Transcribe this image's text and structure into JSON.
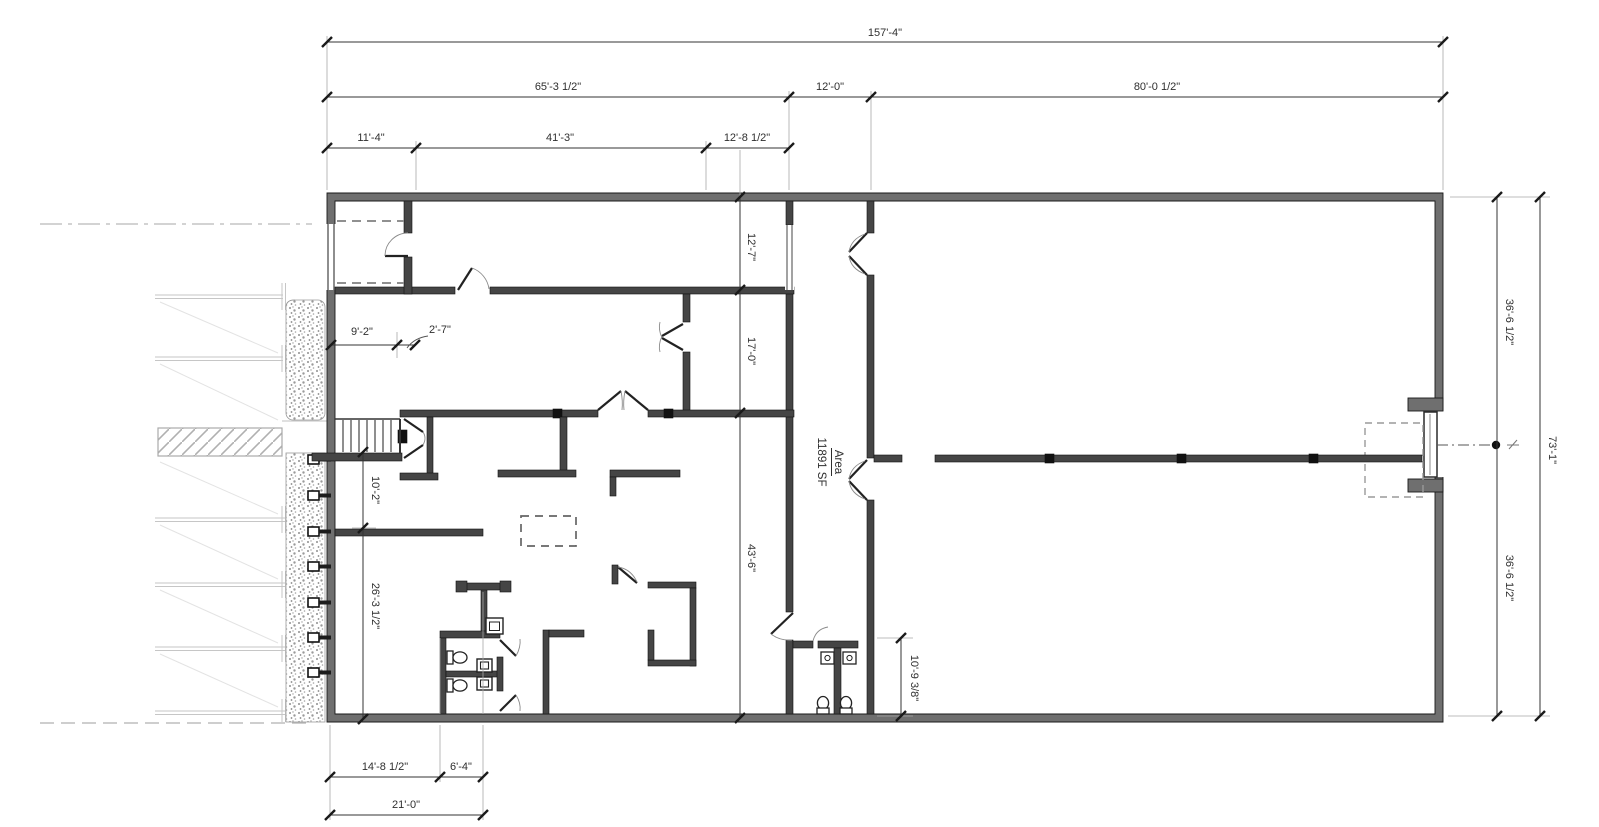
{
  "drawing": {
    "type": "architectural-floor-plan",
    "area_label": {
      "title": "Area",
      "value": "11891 SF"
    }
  },
  "colors": {
    "wall_fill": "#6f6f6f",
    "wall_edge": "#1a1a1a",
    "partition": "#454545",
    "dim_line": "#333333",
    "dim_text": "#2f2f2f",
    "site_line": "#c6c6c6",
    "stipple": "#8f8f8f",
    "background": "#ffffff"
  },
  "dims": {
    "overall_width": "157'-4\"",
    "left_block": "65'-3 1/2\"",
    "corridor": "12'-0\"",
    "right_block": "80'-0 1/2\"",
    "entry_bay": "11'-4\"",
    "office_bay": "41'-3\"",
    "back_bay": "12'-8 1/2\"",
    "room_12_7": "12'-7\"",
    "room_17_0": "17'-0\"",
    "room_43_6": "43'-6\"",
    "room_9_2": "9'-2\"",
    "door_2_7": "2'-7\"",
    "stair_10_2": "10'-2\"",
    "office_26_3": "26'-3 1/2\"",
    "restroom_10_9": "10'-9 3/8\"",
    "bottom_14_8": "14'-8 1/2\"",
    "bottom_6_4": "6'-4\"",
    "bottom_21_0": "21'-0\"",
    "right_upper": "36'-6 1/2\"",
    "right_lower": "36'-6 1/2\"",
    "overall_height": "73'-1\""
  }
}
